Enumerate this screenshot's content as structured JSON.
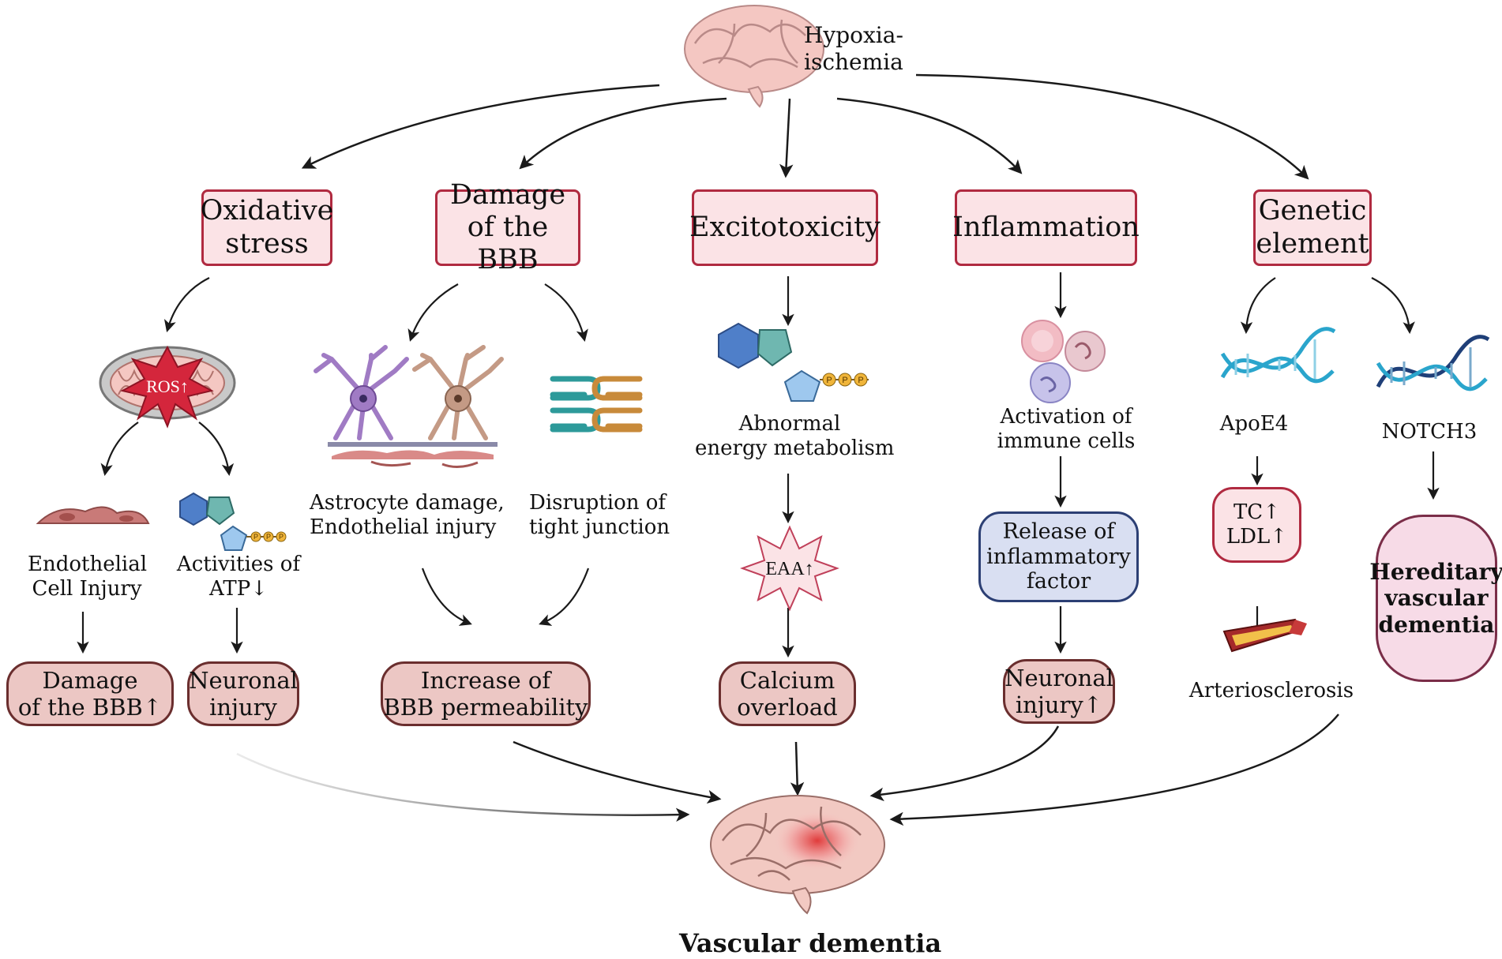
{
  "top": {
    "label_line1": "Hypoxia-",
    "label_line2": "ischemia"
  },
  "categories": {
    "oxidative": {
      "line1": "Oxidative",
      "line2": "stress"
    },
    "bbb": {
      "line1": "Damage",
      "line2": "of the BBB"
    },
    "excito": {
      "line1": "Excitotoxicity"
    },
    "inflam": {
      "line1": "Inflammation"
    },
    "genetic": {
      "line1": "Genetic",
      "line2": "element"
    }
  },
  "oxidative": {
    "ros_label": "ROS↑",
    "endo_line1": "Endothelial",
    "endo_line2": "Cell Injury",
    "atp_line1": "Activities of",
    "atp_line2": "ATP↓",
    "atp_phosphate": "P",
    "res_bbb_line1": "Damage",
    "res_bbb_line2": "of the BBB↑",
    "res_neuro_line1": "Neuronal",
    "res_neuro_line2": "injury"
  },
  "bbb": {
    "astro_line1": "Astrocyte damage,",
    "astro_line2": "Endothelial injury",
    "tight_line1": "Disruption of",
    "tight_line2": "tight junction",
    "res_line1": "Increase of",
    "res_line2": "BBB permeability"
  },
  "excito": {
    "energy_line1": "Abnormal",
    "energy_line2": "energy metabolism",
    "eaa_label": "EAA↑",
    "res_line1": "Calcium",
    "res_line2": "overload",
    "phosphate": "P"
  },
  "inflam": {
    "immune_line1": "Activation of",
    "immune_line2": "immune cells",
    "release_line1": "Release of",
    "release_line2": "inflammatory",
    "release_line3": "factor",
    "res_line1": "Neuronal",
    "res_line2": "injury↑"
  },
  "genetic": {
    "apoe": "ApoE4",
    "notch": "NOTCH3",
    "tc": "TC↑",
    "ldl": "LDL↑",
    "arterio": "Arteriosclerosis",
    "hered_line1": "Hereditary",
    "hered_line2": "vascular",
    "hered_line3": "dementia"
  },
  "bottom": {
    "label": "Vascular dementia"
  }
}
